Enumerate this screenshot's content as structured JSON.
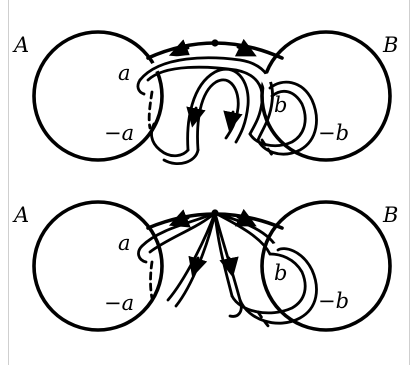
{
  "figures": [
    {
      "left_label": "A",
      "right_label": "B",
      "labels": {
        "a": "a",
        "minus_a": "−a",
        "b": "b",
        "minus_b": "−b"
      }
    },
    {
      "left_label": "A",
      "right_label": "B",
      "labels": {
        "a": "a",
        "minus_a": "−a",
        "b": "b",
        "minus_b": "−b"
      }
    }
  ]
}
